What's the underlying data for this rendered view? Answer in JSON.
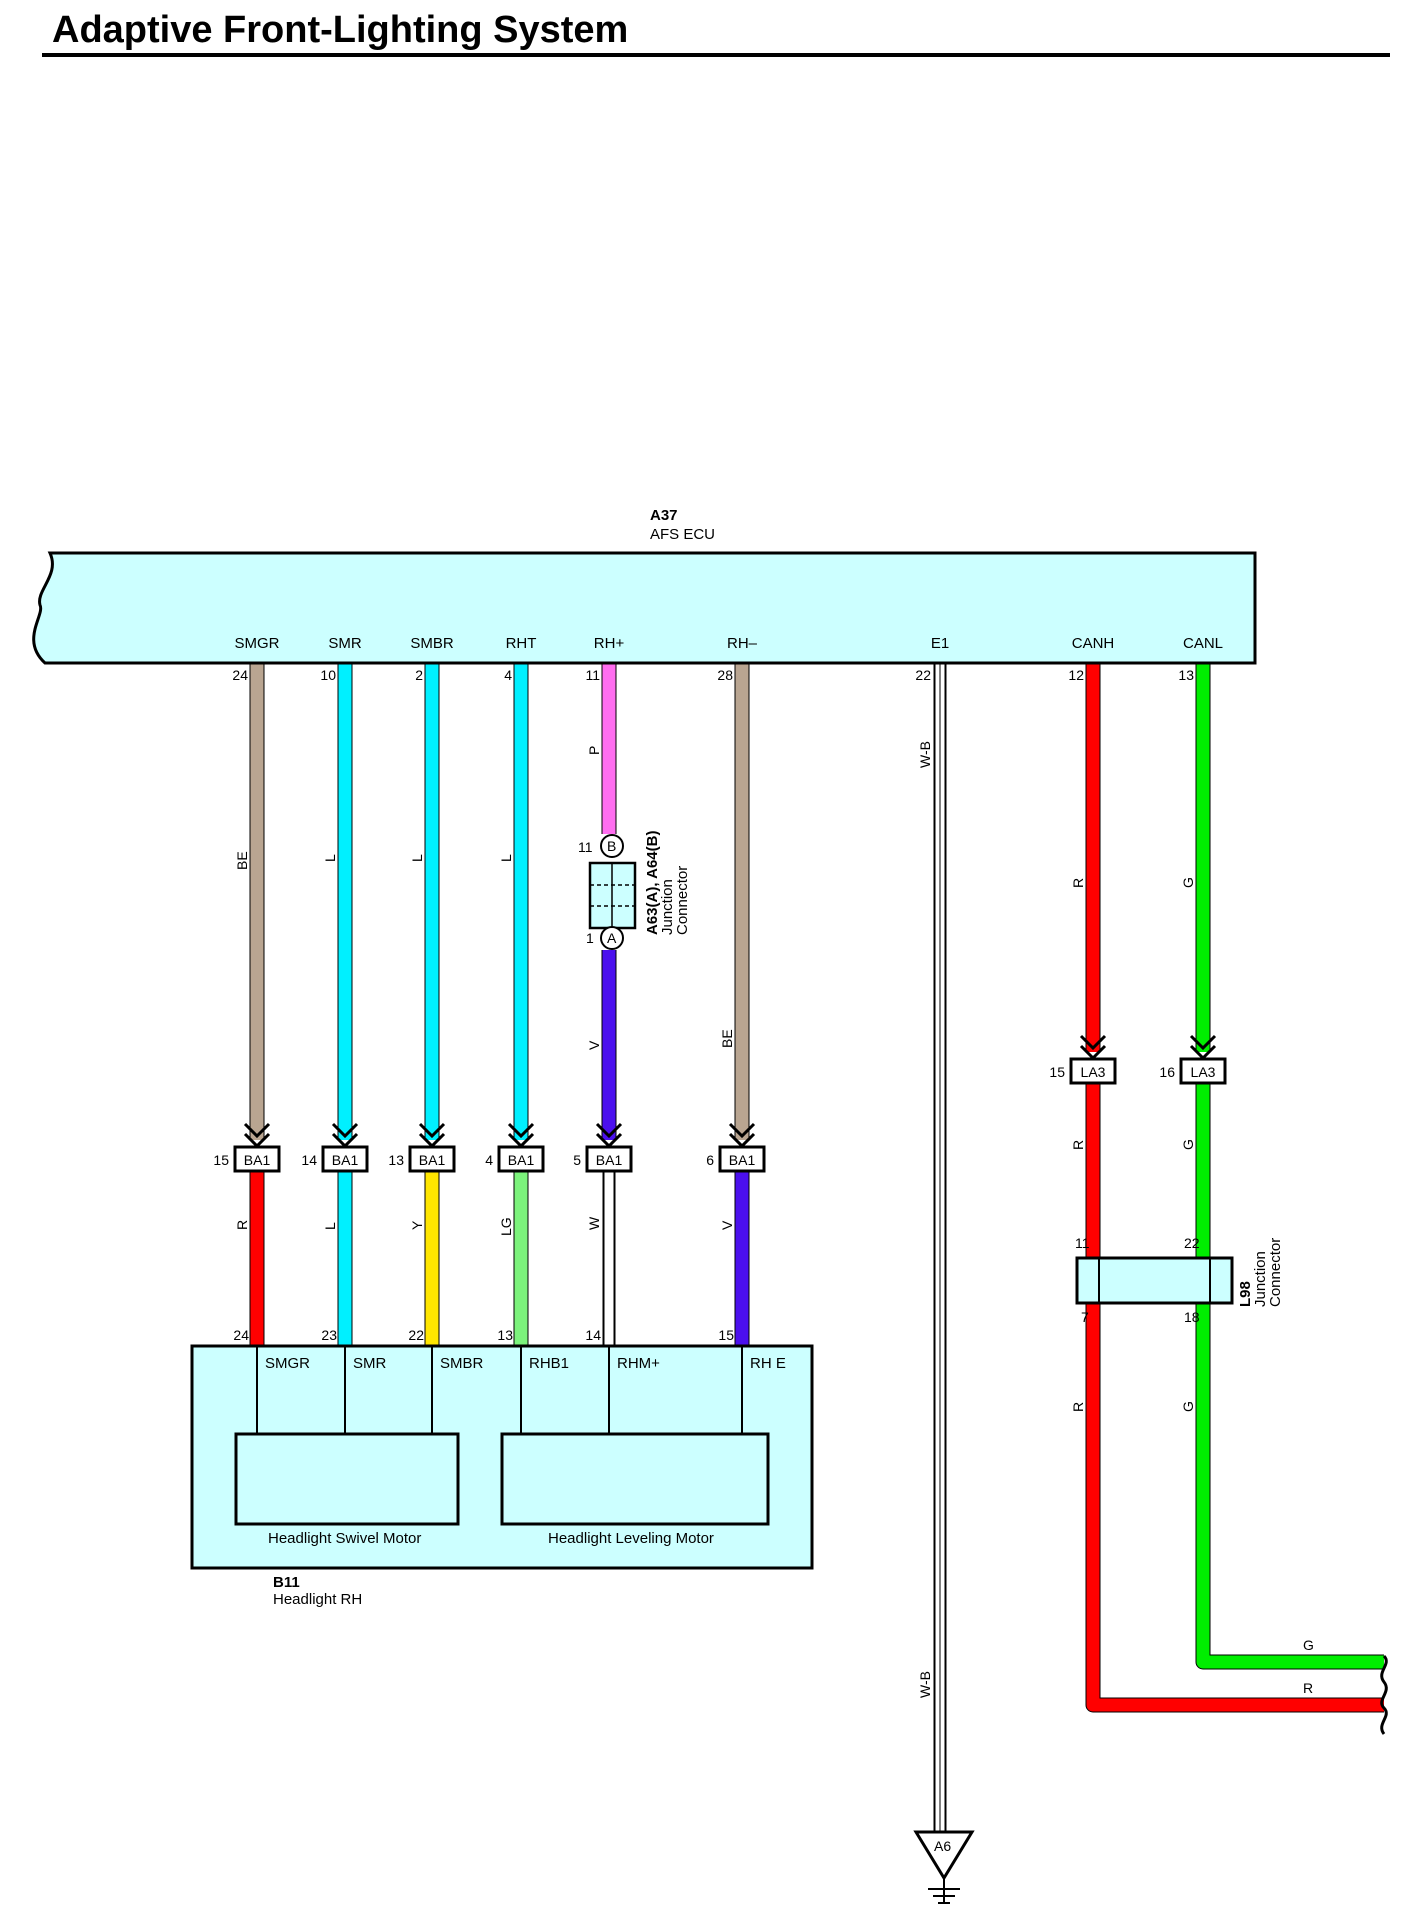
{
  "title": "Adaptive Front-Lighting System",
  "ecu": {
    "code": "A37",
    "name": "AFS ECU"
  },
  "ecu_terminals": [
    {
      "name": "SMGR",
      "pin": "24"
    },
    {
      "name": "SMR",
      "pin": "10"
    },
    {
      "name": "SMBR",
      "pin": "2"
    },
    {
      "name": "RHT",
      "pin": "4"
    },
    {
      "name": "RH+",
      "pin": "11"
    },
    {
      "name": "RH–",
      "pin": "28"
    },
    {
      "name": "E1",
      "pin": "22"
    },
    {
      "name": "CANH",
      "pin": "12"
    },
    {
      "name": "CANL",
      "pin": "13"
    }
  ],
  "upper_wires": [
    {
      "color_code": "BE",
      "hex": "#b9a591"
    },
    {
      "color_code": "L",
      "hex": "#00f0ff"
    },
    {
      "color_code": "L",
      "hex": "#00f0ff"
    },
    {
      "color_code": "L",
      "hex": "#00f0ff"
    },
    {
      "color_code": "P",
      "hex": "#ff6ef0"
    },
    {
      "color_code": "V",
      "hex": "#4b10ee"
    },
    {
      "color_code": "BE",
      "hex": "#b9a591"
    },
    {
      "color_code": "W-B",
      "hex": "#ffffff"
    },
    {
      "color_code": "R",
      "hex": "#ff0000"
    },
    {
      "color_code": "G",
      "hex": "#00ee00"
    }
  ],
  "junction_a63": {
    "label": "A63(A), A64(B)",
    "type": "Junction\nConnector",
    "pin_b": "11",
    "pin_a": "1",
    "mark_b": "B",
    "mark_a": "A"
  },
  "ba1_connectors": [
    {
      "code": "BA1",
      "pin": "15"
    },
    {
      "code": "BA1",
      "pin": "14"
    },
    {
      "code": "BA1",
      "pin": "13"
    },
    {
      "code": "BA1",
      "pin": "4"
    },
    {
      "code": "BA1",
      "pin": "5"
    },
    {
      "code": "BA1",
      "pin": "6"
    }
  ],
  "la3_connectors": [
    {
      "code": "LA3",
      "pin": "15"
    },
    {
      "code": "LA3",
      "pin": "16"
    }
  ],
  "lower_wires": [
    {
      "color_code": "R",
      "hex": "#ff0000"
    },
    {
      "color_code": "L",
      "hex": "#00f0ff"
    },
    {
      "color_code": "Y",
      "hex": "#ffe600"
    },
    {
      "color_code": "LG",
      "hex": "#7cf37c"
    },
    {
      "color_code": "W",
      "hex": "#ffffff"
    },
    {
      "color_code": "V",
      "hex": "#4b10ee"
    }
  ],
  "can_mid_wires": [
    {
      "color_code": "R"
    },
    {
      "color_code": "G"
    }
  ],
  "junction_l98": {
    "code": "L98",
    "type": "Junction\nConnector",
    "pin_in_h": "11",
    "pin_in_l": "22",
    "pin_out_h": "7",
    "pin_out_l": "18"
  },
  "can_lower_wires": [
    {
      "color_code": "R"
    },
    {
      "color_code": "G"
    }
  ],
  "headlight": {
    "code": "B11",
    "name": "Headlight RH",
    "terminals": [
      {
        "name": "SMGR",
        "pin": "24"
      },
      {
        "name": "SMR",
        "pin": "23"
      },
      {
        "name": "SMBR",
        "pin": "22"
      },
      {
        "name": "RHB1",
        "pin": "13"
      },
      {
        "name": "RHM+",
        "pin": "14"
      },
      {
        "name": "RH E",
        "pin": "15"
      }
    ],
    "swivel_motor": "Headlight Swivel Motor",
    "leveling_motor": "Headlight Leveling Motor"
  },
  "ground": {
    "wire_color": "W-B",
    "code": "A6"
  },
  "exit_wires": [
    {
      "color_code": "G"
    },
    {
      "color_code": "R"
    }
  ],
  "colors": {
    "ecu_fill": "#ccffff",
    "outline": "#000000"
  }
}
